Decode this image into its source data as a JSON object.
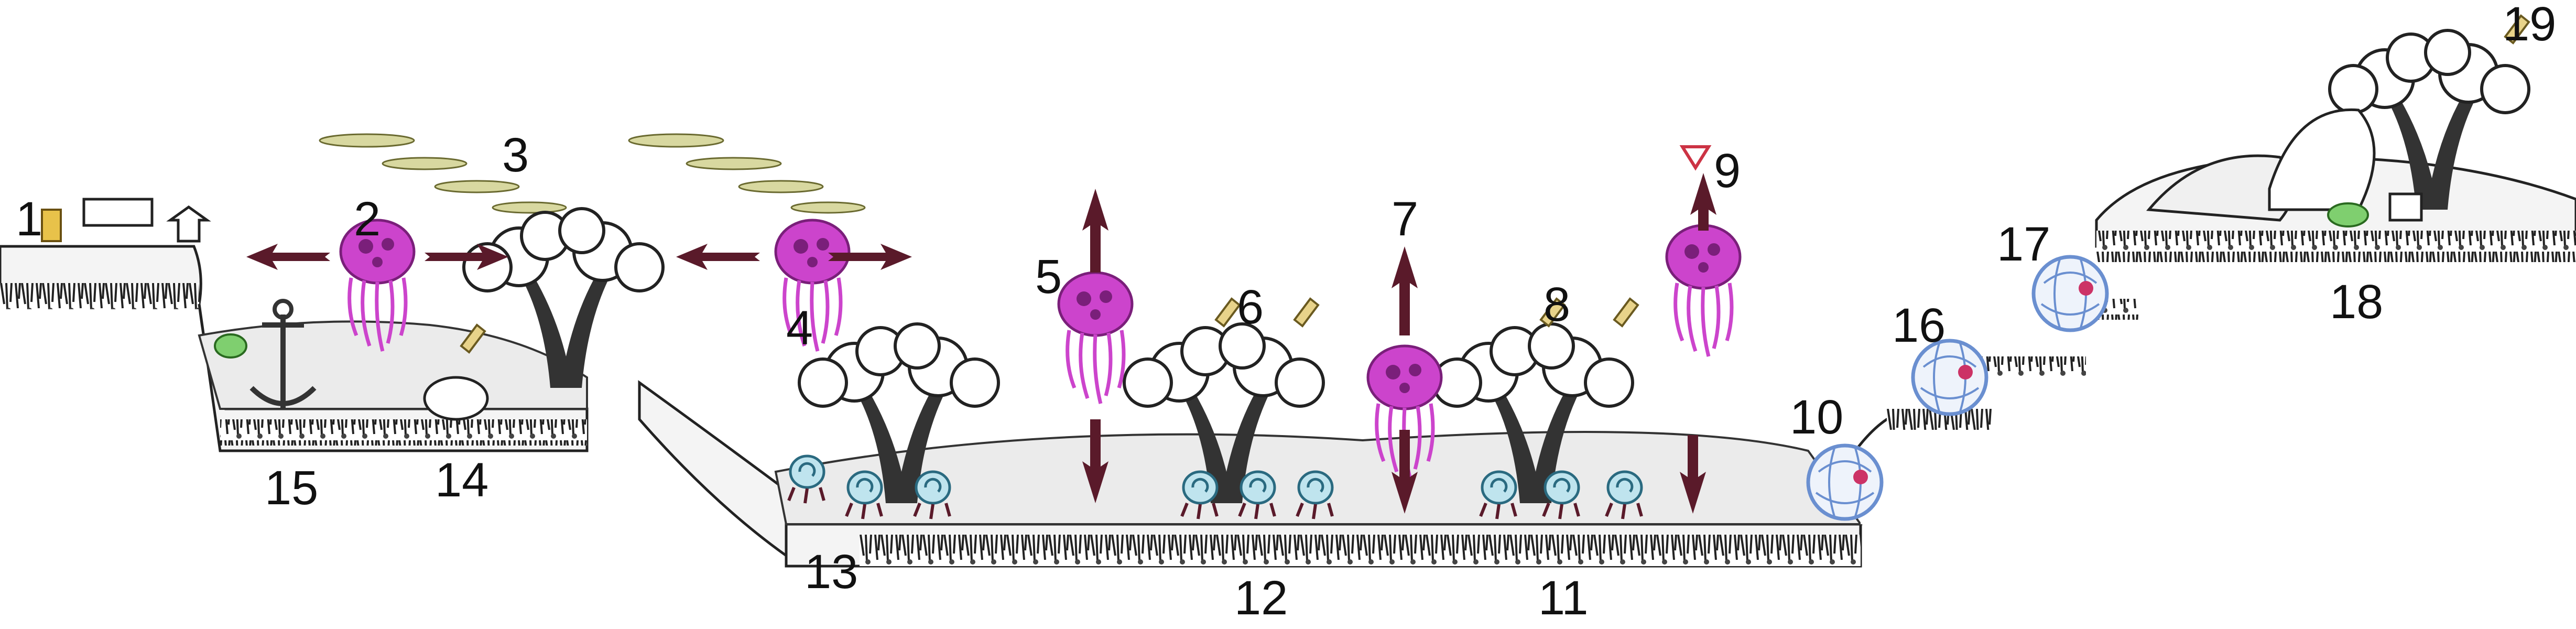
{
  "labels": [
    "1",
    "2",
    "3",
    "4",
    "5",
    "6",
    "7",
    "8",
    "9",
    "10",
    "11",
    "12",
    "13",
    "14",
    "15",
    "16",
    "17",
    "18",
    "19"
  ],
  "colors": {
    "jellyfish": "#cc44cc",
    "jellyfish_dark": "#7a1f7a",
    "bubble": "#6a8fd0",
    "snail": "#7ab8c8",
    "arrow": "#5a1a2a",
    "grass": "#222222",
    "ground_fill": "#f4f4f4",
    "cloud": "#d8d8a0",
    "green_blob": "#7fcf6f",
    "sponge": "#e8c24a"
  }
}
